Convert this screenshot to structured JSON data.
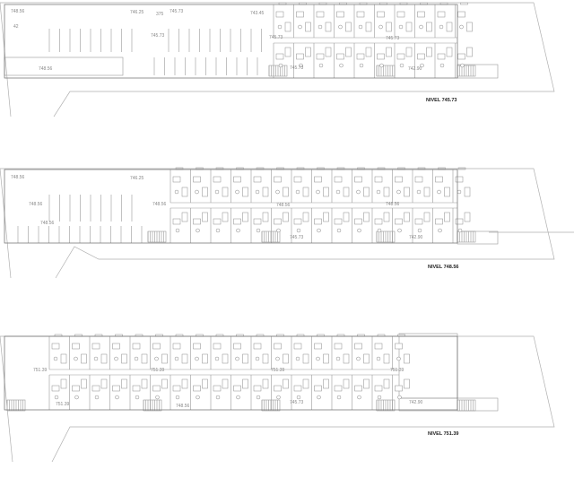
{
  "drawing": {
    "plans": [
      {
        "title": "NIVEL 745.73",
        "labels": [
          "748.56",
          "42",
          "746.25",
          "375",
          "745.73",
          "743.45",
          "745.73",
          "745.73",
          "748.56",
          "745.73",
          "745.73",
          "742.90"
        ]
      },
      {
        "title": "NIVEL 748.56",
        "labels": [
          "748.56",
          "746.25",
          "748.56",
          "748.56",
          "748.56",
          "748.56",
          "748.56",
          "745.73",
          "742.90"
        ]
      },
      {
        "title": "NIVEL 751.39",
        "labels": [
          "751.39",
          "751.39",
          "751.39",
          "751.39",
          "751.39",
          "748.56",
          "745.73",
          "742.90"
        ]
      }
    ]
  }
}
